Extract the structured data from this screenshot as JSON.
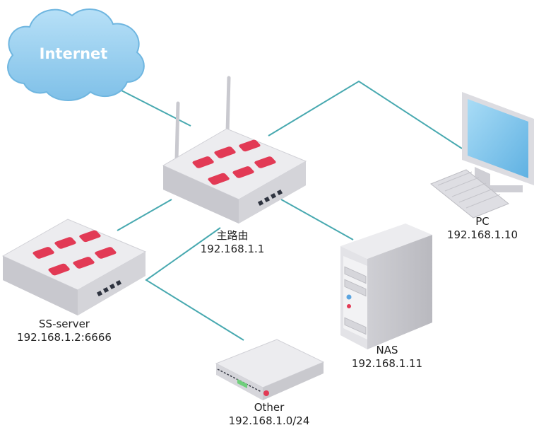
{
  "colors": {
    "link_line": "#48a9b0",
    "cloud_fill": "#8ecbec",
    "cloud_edge": "#6fb6e0",
    "device_body": "#e6e6e9",
    "device_shadow": "#bcbcc2",
    "accent_red": "#e23a55",
    "screen_blue": "#7ec3ea"
  },
  "nodes": {
    "internet": {
      "label": "Internet",
      "icon": "cloud-icon"
    },
    "main_router": {
      "name": "主路由",
      "ip": "192.168.1.1",
      "icon": "router-icon"
    },
    "ss_server": {
      "name": "SS-server",
      "ip": "192.168.1.2:6666",
      "icon": "router-icon"
    },
    "pc": {
      "name": "PC",
      "ip": "192.168.1.10",
      "icon": "monitor-icon"
    },
    "nas": {
      "name": "NAS",
      "ip": "192.168.1.11",
      "icon": "server-tower-icon"
    },
    "other": {
      "name": "Other",
      "ip": "192.168.1.0/24",
      "icon": "switch-box-icon"
    }
  }
}
